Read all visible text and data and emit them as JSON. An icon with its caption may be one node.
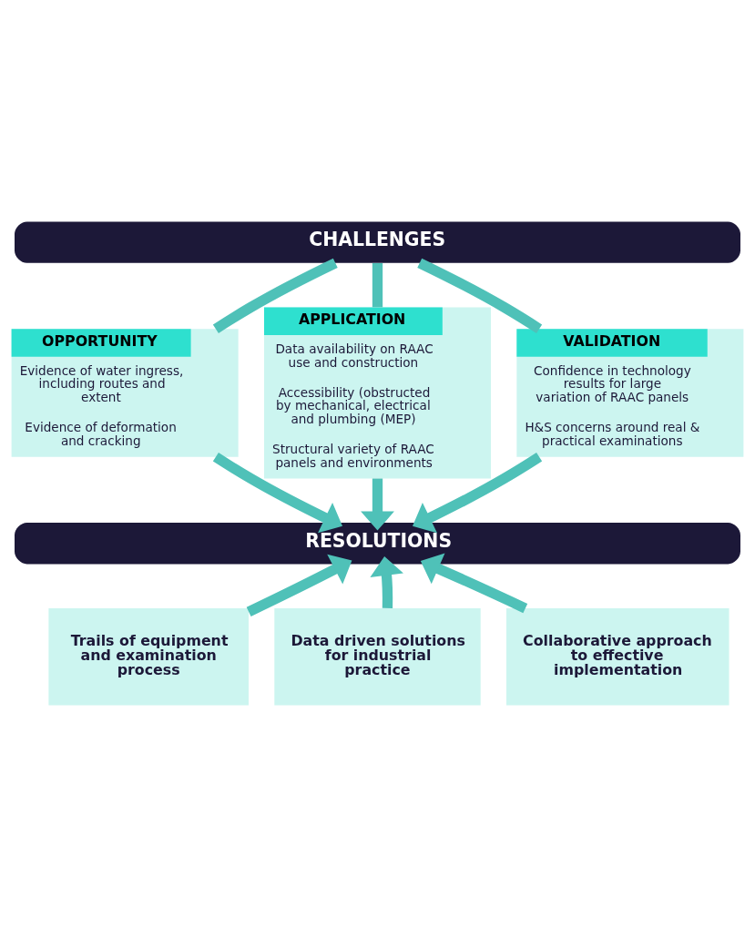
{
  "diagram": {
    "nodes": [
      {
        "text": [
          "CHALLENGES"
        ]
      },
      {
        "text": [
          "OPPORTUNITY",
          "Evidence of water ingress, including routes and extent",
          "Evidence of deformation and cracking"
        ]
      },
      {
        "text": [
          "APPLICATION",
          "Data availability on RAAC use and construction",
          "Accessibility (obstructed by mechanical, electrical and plumbing (MEP)",
          "Structural variety of RAAC panels and environments"
        ]
      },
      {
        "text": [
          "VALIDATION",
          "Confidence in technology results for large variation of RAAC panels",
          "H&S concerns around real & practical examinations"
        ]
      },
      {
        "text": [
          "RESOLUTIONS"
        ]
      },
      {
        "text": [
          "Trails of equipment and examination process"
        ]
      },
      {
        "text": [
          "Data driven solutions for industrial practice"
        ]
      },
      {
        "text": [
          "Collaborative approach to effective implementation"
        ]
      }
    ],
    "edges": [
      {
        "from": 0,
        "to": 1,
        "arrow": "none"
      },
      {
        "from": 0,
        "to": 2,
        "arrow": "none"
      },
      {
        "from": 0,
        "to": 3,
        "arrow": "none"
      },
      {
        "from": 1,
        "to": 4,
        "arrow": "to"
      },
      {
        "from": 2,
        "to": 4,
        "arrow": "to"
      },
      {
        "from": 3,
        "to": 4,
        "arrow": "to"
      },
      {
        "from": 5,
        "to": 4,
        "arrow": "to"
      },
      {
        "from": 6,
        "to": 4,
        "arrow": "to"
      },
      {
        "from": 7,
        "to": 4,
        "arrow": "to"
      }
    ]
  }
}
